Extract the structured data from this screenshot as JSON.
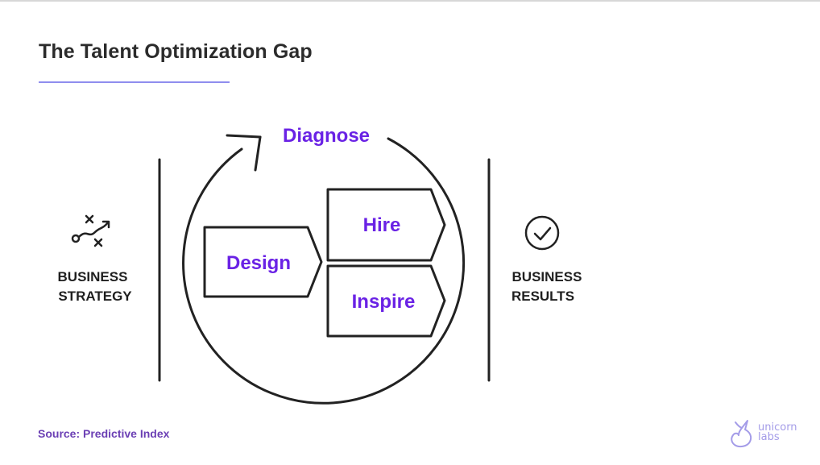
{
  "header": {
    "title": "The Talent Optimization Gap"
  },
  "diagram": {
    "cycle_label": "Diagnose",
    "design_label": "Design",
    "hire_label": "Hire",
    "inspire_label": "Inspire",
    "left": {
      "line1": "BUSINESS",
      "line2": "STRATEGY",
      "icon": "strategy-path-icon"
    },
    "right": {
      "line1": "BUSINESS",
      "line2": "RESULTS",
      "icon": "check-circle-icon"
    }
  },
  "footer": {
    "source": "Source: Predictive Index",
    "brand_line1": "unicorn",
    "brand_line2": "labs",
    "brand_icon": "unicorn-icon"
  },
  "colors": {
    "accent": "#6a22e5",
    "underline": "#8f8dee",
    "source": "#6b3fb4",
    "brand": "#a49ce8",
    "ink": "#1f1f1f"
  }
}
